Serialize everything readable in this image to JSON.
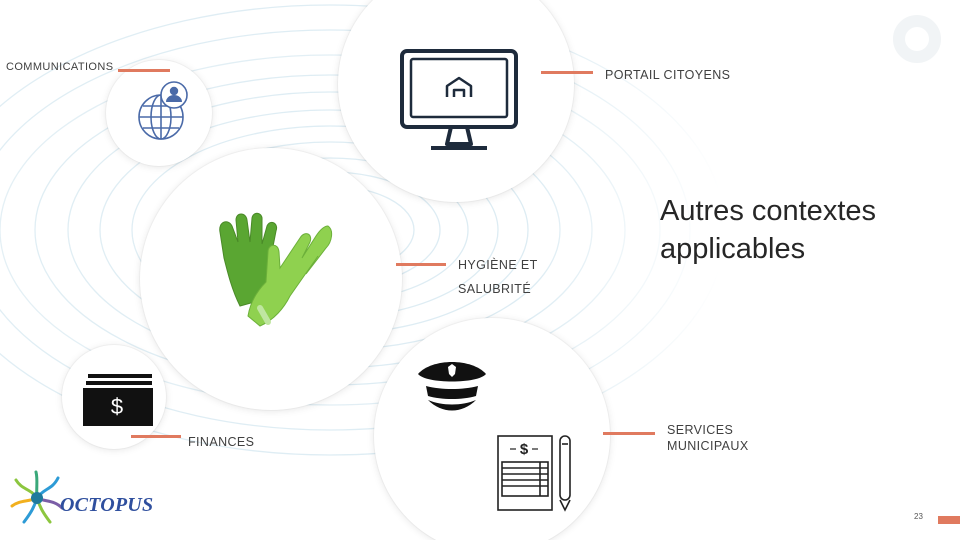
{
  "slide": {
    "headline": "Autres contextes applicables",
    "page_number": "23",
    "logo_text": "OCTOPUS"
  },
  "labels": {
    "communications": "COMMUNICATIONS",
    "portail": "PORTAIL CITOYENS",
    "hygiene": "HYGIÈNE ET SALUBRITÉ",
    "finances": "FINANCES",
    "services": "SERVICES MUNICIPAUX"
  },
  "icons": {
    "communications": "globe-user-icon",
    "portail": "monitor-home-icon",
    "hygiene": "gloves-icon",
    "finances": "cash-icon",
    "services": "police-cap-icon",
    "services_doc": "invoice-pen-icon"
  },
  "colors": {
    "accent": "#e07a5f",
    "text": "#404040",
    "navy": "#1e2b3c",
    "glove_green": "#7cc242",
    "logo_blue": "#2f4f9e"
  }
}
